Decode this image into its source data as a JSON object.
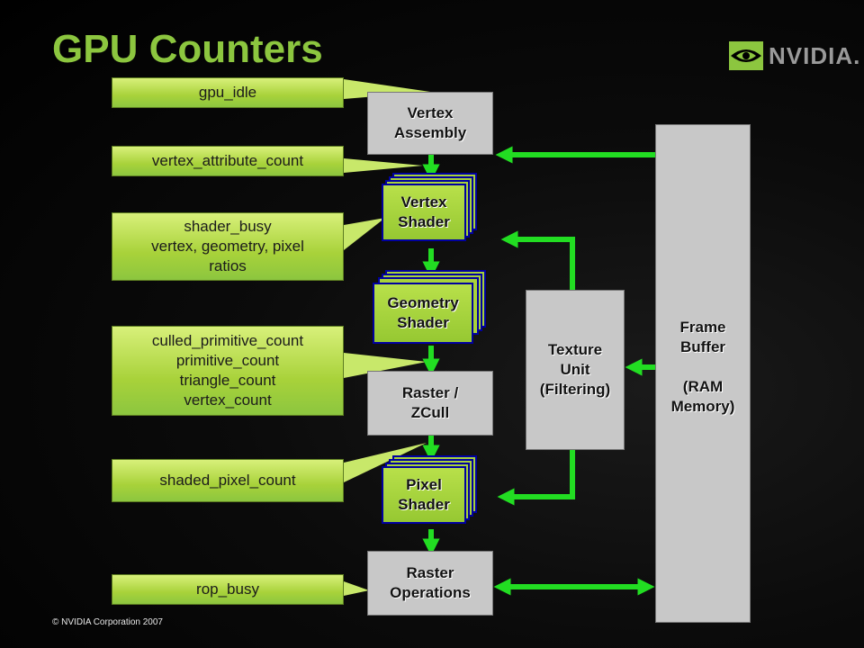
{
  "slide": {
    "title": "GPU Counters",
    "logo_text": "NVIDIA.",
    "footer": "© NVIDIA Corporation 2007",
    "accent_green": "#8cc63f",
    "arrow_green": "#22dd22",
    "shader_border_blue": "#0000a0"
  },
  "callouts": {
    "gpu_idle": "gpu_idle",
    "vertex_attribute_count": "vertex_attribute_count",
    "shader_busy": [
      "shader_busy",
      "vertex, geometry, pixel",
      "ratios"
    ],
    "primitive_counts": [
      "culled_primitive_count",
      "primitive_count",
      "triangle_count",
      "vertex_count"
    ],
    "shaded_pixel_count": "shaded_pixel_count",
    "rop_busy": "rop_busy"
  },
  "pipeline": {
    "vertex_assembly": [
      "Vertex",
      "Assembly"
    ],
    "vertex_shader": [
      "Vertex",
      "Shader"
    ],
    "geometry_shader": [
      "Geometry",
      "Shader"
    ],
    "raster_zcull": [
      "Raster /",
      "ZCull"
    ],
    "pixel_shader": [
      "Pixel",
      "Shader"
    ],
    "raster_operations": [
      "Raster",
      "Operations"
    ],
    "texture_unit": [
      "Texture",
      "Unit",
      "(Filtering)"
    ],
    "frame_buffer": [
      "Frame",
      "Buffer",
      "",
      "(RAM",
      "Memory)"
    ]
  }
}
